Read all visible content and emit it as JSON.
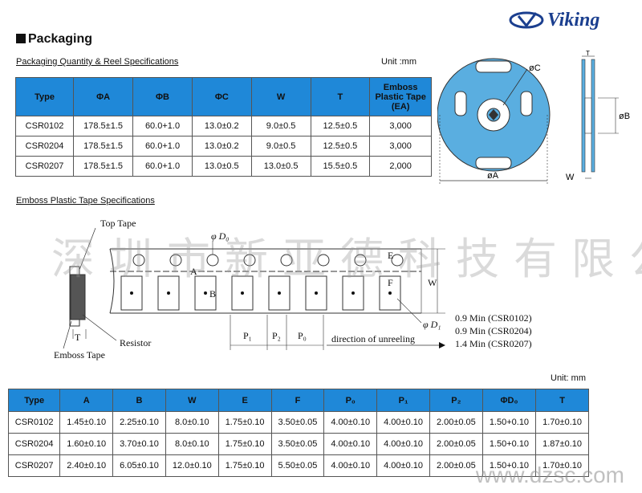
{
  "logo": {
    "text": "Viking"
  },
  "heading": "Packaging",
  "section1": {
    "title": "Packaging Quantity & Reel Specifications",
    "unit": "Unit :mm"
  },
  "reel_table": {
    "headers": [
      "Type",
      "ΦA",
      "ΦB",
      "ΦC",
      "W",
      "T",
      "Emboss Plastic Tape (EA)"
    ],
    "rows": [
      [
        "CSR0102",
        "178.5±1.5",
        "60.0+1.0",
        "13.0±0.2",
        "9.0±0.5",
        "12.5±0.5",
        "3,000"
      ],
      [
        "CSR0204",
        "178.5±1.5",
        "60.0+1.0",
        "13.0±0.2",
        "9.0±0.5",
        "12.5±0.5",
        "3,000"
      ],
      [
        "CSR0207",
        "178.5±1.5",
        "60.0+1.0",
        "13.0±0.5",
        "13.0±0.5",
        "15.5±0.5",
        "2,000"
      ]
    ]
  },
  "reel_labels": {
    "c": "øC",
    "b": "øB",
    "a": "øA",
    "t": "T",
    "w": "W"
  },
  "section2": {
    "title": "Emboss Plastic Tape Specifications"
  },
  "tape_labels": {
    "top_tape": "Top Tape",
    "d0": "φ D₀",
    "a": "A",
    "b": "B",
    "e": "E",
    "f": "F",
    "w": "W",
    "d1": "φ D₁",
    "t": "T",
    "resistor": "Resistor",
    "emboss_tape": "Emboss Tape",
    "p1": "P₁",
    "p2": "P₂",
    "p0": "P₀",
    "direction": "direction of unreeling",
    "min1": "0.9 Min (CSR0102)",
    "min2": "0.9 Min (CSR0204)",
    "min3": "1.4 Min (CSR0207)"
  },
  "unit2": "Unit: mm",
  "tape_table": {
    "headers": [
      "Type",
      "A",
      "B",
      "W",
      "E",
      "F",
      "P₀",
      "P₁",
      "P₂",
      "ΦD₀",
      "T"
    ],
    "rows": [
      [
        "CSR0102",
        "1.45±0.10",
        "2.25±0.10",
        "8.0±0.10",
        "1.75±0.10",
        "3.50±0.05",
        "4.00±0.10",
        "4.00±0.10",
        "2.00±0.05",
        "1.50+0.10",
        "1.70±0.10"
      ],
      [
        "CSR0204",
        "1.60±0.10",
        "3.70±0.10",
        "8.0±0.10",
        "1.75±0.10",
        "3.50±0.05",
        "4.00±0.10",
        "4.00±0.10",
        "2.00±0.05",
        "1.50+0.10",
        "1.87±0.10"
      ],
      [
        "CSR0207",
        "2.40±0.10",
        "6.05±0.10",
        "12.0±0.10",
        "1.75±0.10",
        "5.50±0.05",
        "4.00±0.10",
        "4.00±0.10",
        "2.00±0.05",
        "1.50+0.10",
        "1.70±0.10"
      ]
    ]
  },
  "watermark": {
    "cn": "深圳市新亚德科技有限公司",
    "site": "www.dzsc.com"
  },
  "colors": {
    "header_blue": "#1f88d8",
    "reel_blue": "#5aaee0",
    "logo_blue": "#1b3f8f"
  }
}
